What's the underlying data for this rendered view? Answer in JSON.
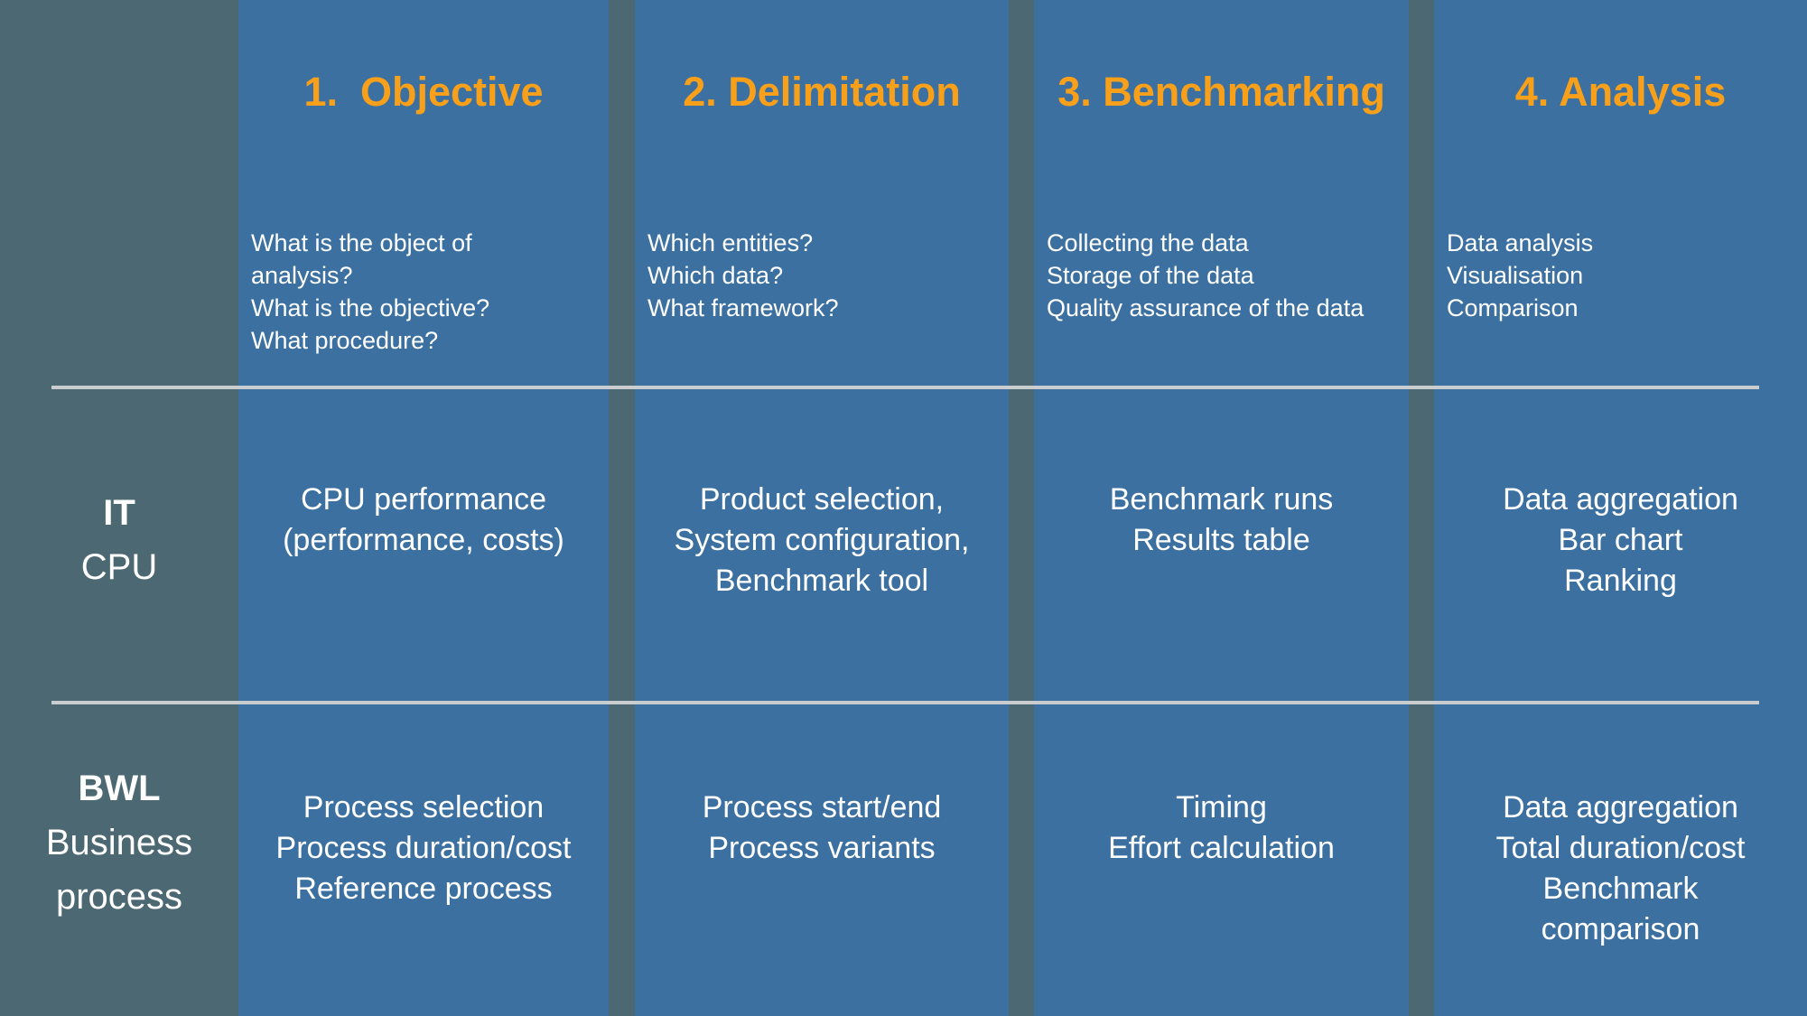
{
  "colors": {
    "bg": "#4C6872",
    "panel": "#3B70A1",
    "accent": "#F9A01B",
    "divider": "#C9CDD0",
    "text": "#FFFFFF"
  },
  "columns": [
    {
      "title": "1.  Objective",
      "questions": [
        "What is the object of",
        "analysis?",
        "What is the objective?",
        "What procedure?"
      ],
      "it_lines": [
        "CPU performance",
        "(performance, costs)"
      ],
      "bwl_lines": [
        "Process selection",
        "Process duration/cost",
        "Reference process"
      ]
    },
    {
      "title": "2. Delimitation",
      "questions": [
        "Which entities?",
        "Which data?",
        "What framework?"
      ],
      "it_lines": [
        "Product selection,",
        "System configuration,",
        "Benchmark tool"
      ],
      "bwl_lines": [
        "Process start/end",
        "Process variants"
      ]
    },
    {
      "title": "3. Benchmarking",
      "questions": [
        "Collecting the data",
        "Storage of the data",
        "Quality assurance of the data"
      ],
      "it_lines": [
        "Benchmark runs",
        "Results table"
      ],
      "bwl_lines": [
        "Timing",
        "Effort calculation"
      ]
    },
    {
      "title": "4. Analysis",
      "questions": [
        "Data analysis",
        "Visualisation",
        "Comparison"
      ],
      "it_lines": [
        "Data aggregation",
        "Bar chart",
        "Ranking"
      ],
      "bwl_lines": [
        "Data aggregation",
        "Total duration/cost",
        "Benchmark",
        "comparison"
      ]
    }
  ],
  "row_labels": [
    {
      "bold": "IT",
      "rest": [
        "CPU"
      ]
    },
    {
      "bold": "BWL",
      "rest": [
        "Business",
        "process"
      ]
    }
  ]
}
